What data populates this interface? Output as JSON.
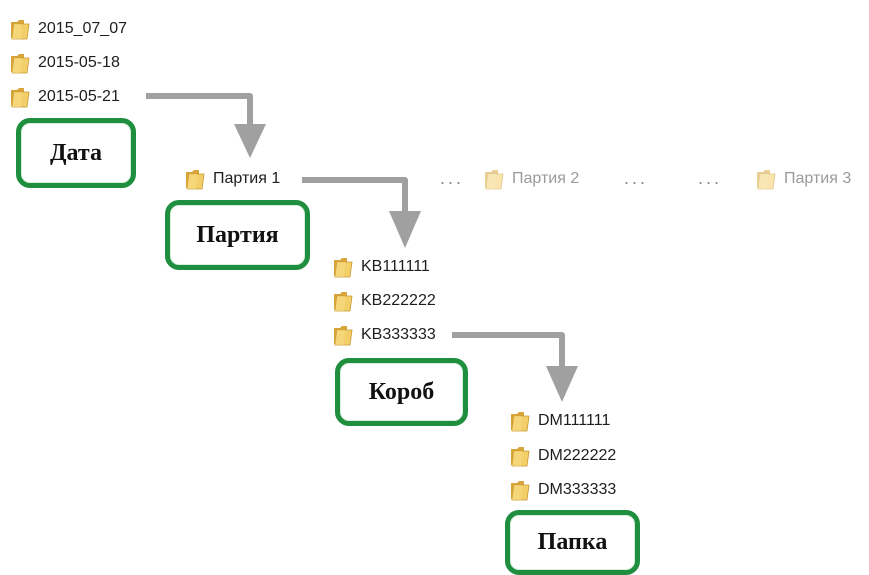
{
  "levels": {
    "dates": [
      "2015_07_07",
      "2015-05-18",
      "2015-05-21"
    ],
    "batches": [
      "Партия 1",
      "Партия 2",
      "Партия 3"
    ],
    "boxes": [
      "KB111111",
      "KB222222",
      "KB333333"
    ],
    "folders": [
      "DM111111",
      "DM222222",
      "DM333333"
    ]
  },
  "labels": {
    "date": "Дата",
    "batch": "Партия",
    "box": "Короб",
    "folder": "Папка"
  },
  "ellipsis": "...",
  "colors": {
    "label_border": "#1f8f3f",
    "arrow": "#a0a0a0",
    "folder": "#e8b84a"
  },
  "icons": {
    "folder": "folder-icon",
    "arrow": "arrow-down-icon"
  }
}
